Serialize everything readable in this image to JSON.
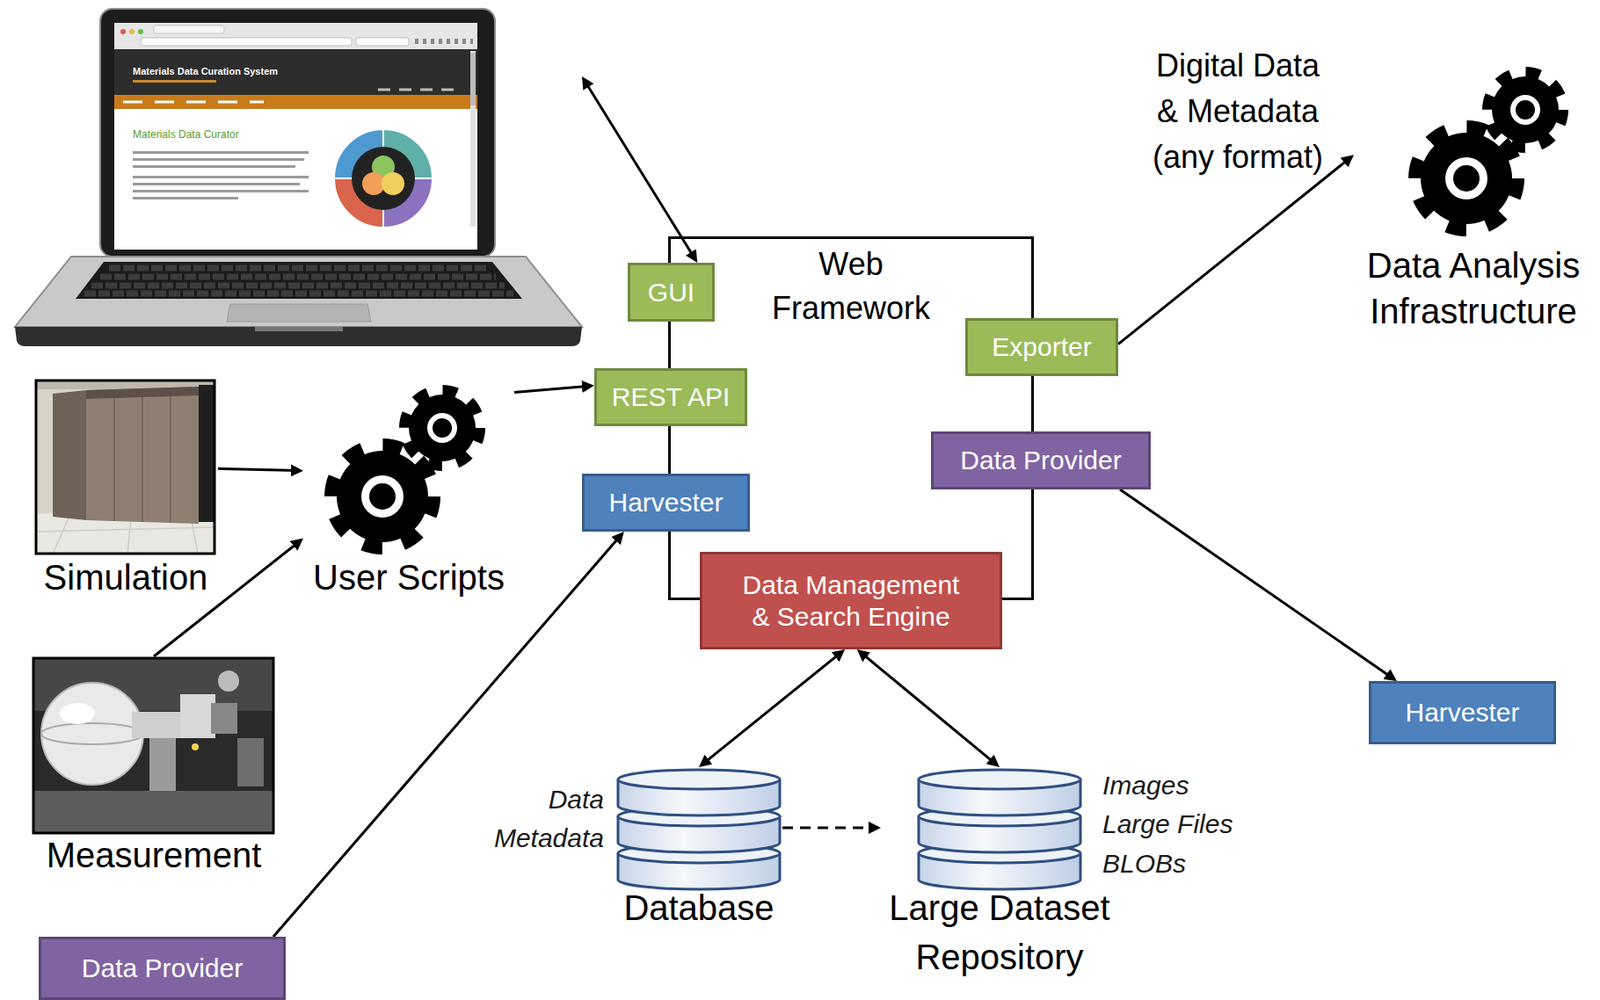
{
  "diagram": {
    "nodes": [
      {
        "text": [
          "Materials Data Curation System",
          "Materials Data Curator"
        ]
      },
      {
        "text": [
          "Web Framework"
        ]
      },
      {
        "text": [
          "GUI"
        ],
        "in": 1
      },
      {
        "text": [
          "REST API"
        ],
        "in": 1
      },
      {
        "text": [
          "Harvester"
        ],
        "in": 1
      },
      {
        "text": [
          "Exporter"
        ],
        "in": 1
      },
      {
        "text": [
          "Data Provider"
        ],
        "in": 1
      },
      {
        "text": [
          "Data Management & Search Engine"
        ],
        "in": 1
      },
      {
        "text": [
          "Data Analysis Infrastructure"
        ]
      },
      {
        "text": [
          "Simulation"
        ]
      },
      {
        "text": [
          "User Scripts"
        ]
      },
      {
        "text": [
          "Measurement"
        ]
      },
      {
        "text": [
          "Database"
        ]
      },
      {
        "text": [
          "Large Dataset Repository"
        ]
      },
      {
        "text": [
          "Harvester"
        ]
      },
      {
        "text": [
          "Data Provider"
        ]
      }
    ],
    "edges": [
      {
        "from": 0,
        "to": 2,
        "arrow": "both"
      },
      {
        "from": 9,
        "to": 10,
        "arrow": "to"
      },
      {
        "from": 11,
        "to": 10,
        "arrow": "to"
      },
      {
        "from": 10,
        "to": 3,
        "arrow": "to"
      },
      {
        "from": 15,
        "to": 4,
        "arrow": "to"
      },
      {
        "from": 5,
        "to": 8,
        "arrow": "to"
      },
      {
        "from": 6,
        "to": 14,
        "arrow": "to"
      },
      {
        "from": 7,
        "to": 12,
        "arrow": "both"
      },
      {
        "from": 7,
        "to": 13,
        "arrow": "both"
      },
      {
        "from": 12,
        "to": 13,
        "arrow": "to"
      }
    ],
    "labels": [
      "Digital Data & Metadata (any format)",
      "Data",
      "Metadata",
      "Images",
      "Large Files",
      "BLOBs"
    ]
  }
}
